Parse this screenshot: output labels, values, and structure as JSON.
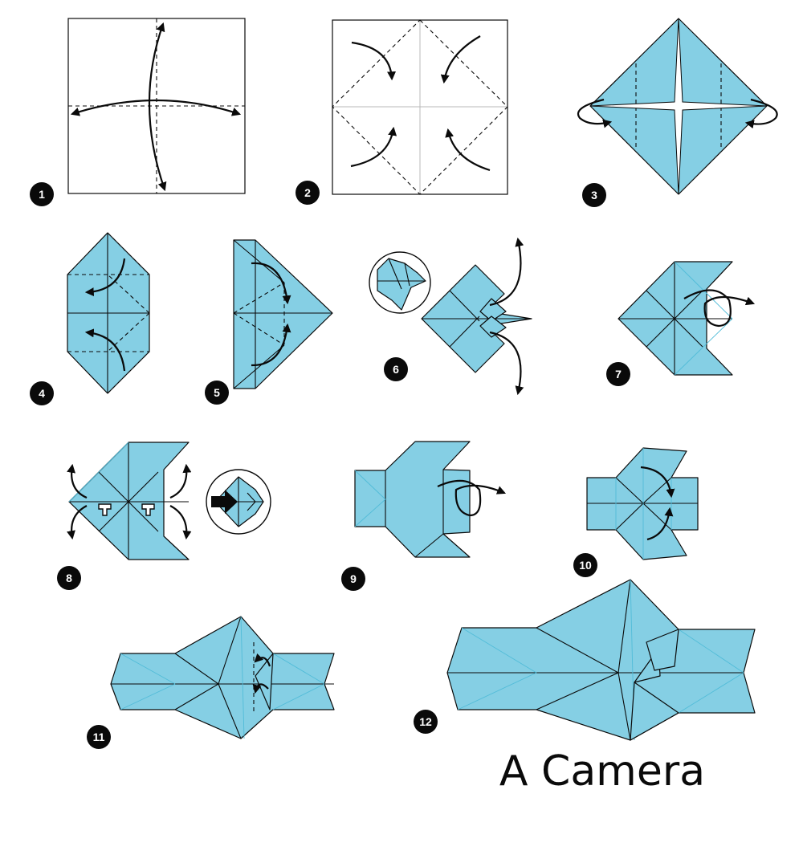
{
  "title": "A Camera",
  "steps": [
    {
      "number": "1"
    },
    {
      "number": "2"
    },
    {
      "number": "3"
    },
    {
      "number": "4"
    },
    {
      "number": "5"
    },
    {
      "number": "6"
    },
    {
      "number": "7"
    },
    {
      "number": "8"
    },
    {
      "number": "9"
    },
    {
      "number": "10"
    },
    {
      "number": "11"
    },
    {
      "number": "12"
    }
  ],
  "colors": {
    "paper": "#85cfe4",
    "crease_light": "#52bcd8",
    "outline": "#0a0a0a",
    "background": "#ffffff"
  },
  "icons": [
    "curved-fold-arrow-icon",
    "turn-over-arrow-icon",
    "push-arrow-icon",
    "squash-arrow-icon",
    "zoom-circle-icon"
  ]
}
